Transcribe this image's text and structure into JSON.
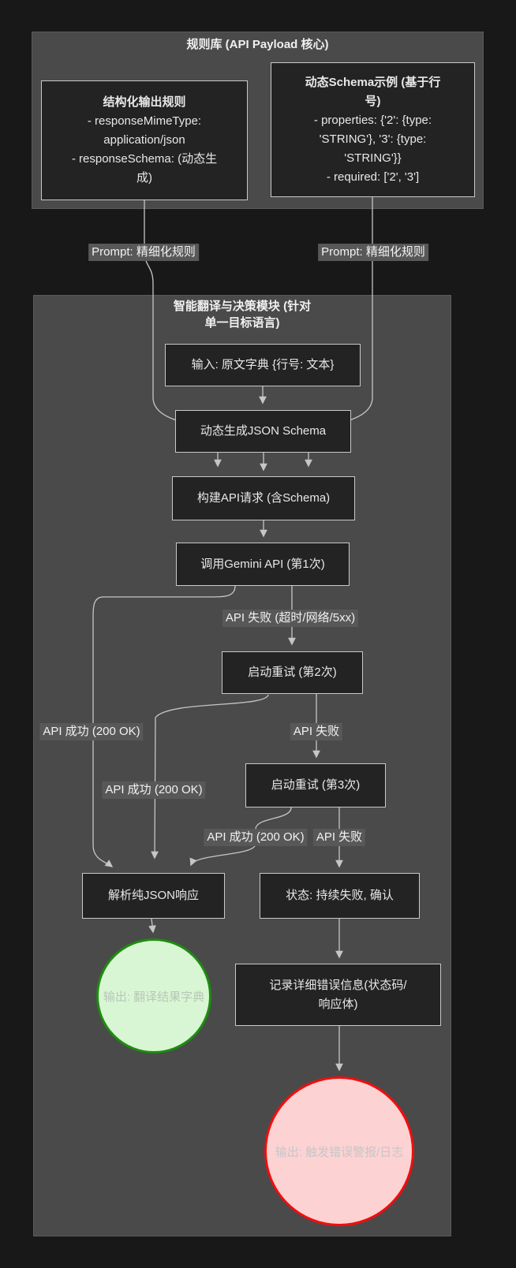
{
  "diagram": {
    "clusters": {
      "rules": {
        "title": "规则库 (API Payload 核心)"
      },
      "module": {
        "title_lines": [
          "智能翻译与决策模块 (针对",
          "单一目标语言)"
        ]
      }
    },
    "nodes": {
      "structured_rules": {
        "title": "结构化输出规则",
        "lines": [
          "- responseMimeType:",
          "application/json",
          "- responseSchema: (动态生",
          "成)"
        ]
      },
      "dynamic_schema": {
        "title_lines": [
          "动态Schema示例 (基于行",
          "号)"
        ],
        "lines": [
          "- properties: {'2': {type:",
          "'STRING'}, '3': {type:",
          "'STRING'}}",
          "- required: ['2', '3']"
        ]
      },
      "input": {
        "label": "输入: 原文字典 {行号: 文本}"
      },
      "gen_schema": {
        "label": "动态生成JSON Schema"
      },
      "build_request": {
        "label": "构建API请求 (含Schema)"
      },
      "call_api": {
        "label": "调用Gemini API (第1次)"
      },
      "retry2": {
        "label": "启动重试 (第2次)"
      },
      "retry3": {
        "label": "启动重试 (第3次)"
      },
      "parse": {
        "label": "解析纯JSON响应"
      },
      "fail_state": {
        "label": "状态: 持续失败, 确认"
      },
      "log_error": {
        "lines": [
          "记录详细错误信息(状态码/",
          "响应体)"
        ]
      },
      "output_success": {
        "label": "输出: 翻译结果字典"
      },
      "output_error": {
        "label": "输出: 触发错误警报/日志"
      }
    },
    "edge_labels": {
      "prompt_left": "Prompt: 精细化规则",
      "prompt_right": "Prompt: 精细化规则",
      "fail_detail": "API 失败 (超时/网络/5xx)",
      "ok_1": "API 成功 (200 OK)",
      "fail_2": "API 失败",
      "ok_2": "API 成功 (200 OK)",
      "ok_3": "API 成功 (200 OK)",
      "fail_3": "API 失败"
    },
    "colors": {
      "page_bg": "#181818",
      "cluster_bg": "#4a4a4a",
      "node_bg": "#232323",
      "node_border": "#c9c9c9",
      "edge": "#c6c6c6",
      "edge_label_bg": "#585858",
      "text": "#e8e8e8",
      "success_fill": "#d8f6d3",
      "success_border": "#1d8c10",
      "error_fill": "#fcd2d2",
      "error_border": "#f20d0d"
    }
  }
}
